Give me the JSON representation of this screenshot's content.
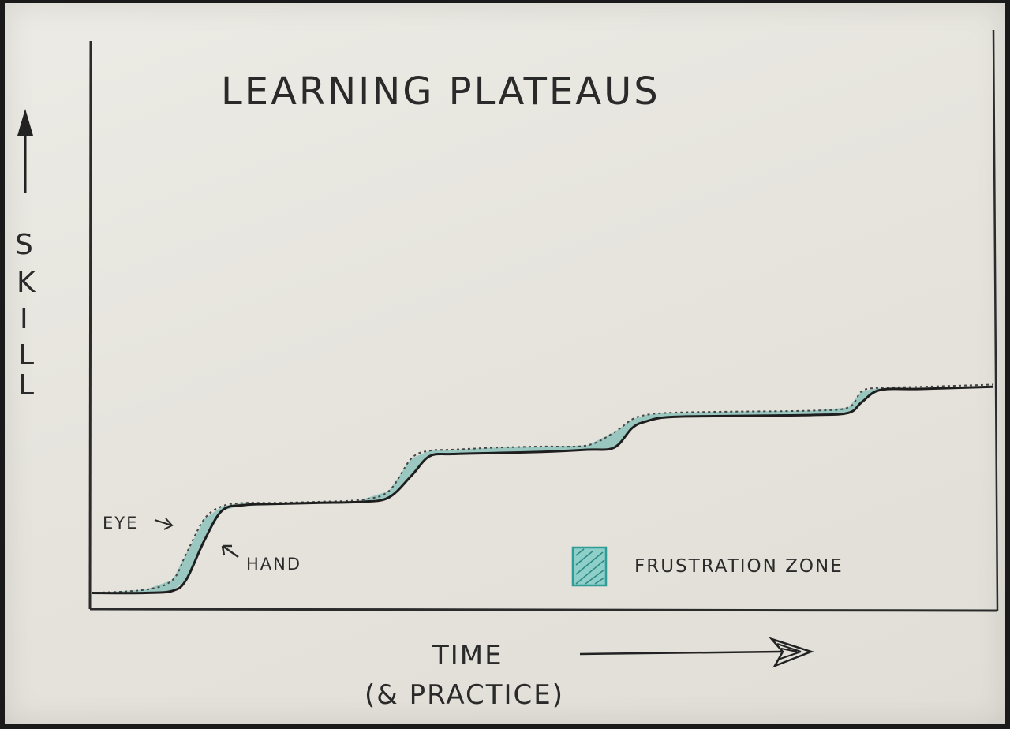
{
  "chart_data": {
    "type": "line",
    "title": "LEARNING PLATEAUS",
    "xlabel": "TIME",
    "xlabel_sub": "(& PRACTICE)",
    "ylabel": "SKILL",
    "ylabel_letters": [
      "S",
      "K",
      "I",
      "L",
      "L"
    ],
    "xlim": [
      0,
      10
    ],
    "ylim": [
      0,
      10
    ],
    "grid": false,
    "legend": {
      "placement": "bottom-right",
      "entries": [
        {
          "label": "FRUSTRATION ZONE",
          "color": "#3fa7a0"
        }
      ]
    },
    "annotations": [
      {
        "text": "EYE",
        "x": 1.55,
        "y": 4.6
      },
      {
        "text": "HAND",
        "x": 2.6,
        "y": 2.7
      }
    ],
    "series": [
      {
        "name": "EYE",
        "style": "dotted",
        "x": [
          0.0,
          0.6,
          0.9,
          1.05,
          1.25,
          1.45,
          1.7,
          2.0,
          2.5,
          3.0,
          3.3,
          3.55,
          3.75,
          4.0,
          4.5,
          5.0,
          5.5,
          5.8,
          6.0,
          6.15,
          6.4,
          7.0,
          8.0,
          8.4,
          8.55,
          8.75,
          9.2,
          10.0
        ],
        "y": [
          0.2,
          0.35,
          0.8,
          2.0,
          3.6,
          4.2,
          4.35,
          4.35,
          4.4,
          4.5,
          4.9,
          6.4,
          6.75,
          6.8,
          6.9,
          6.95,
          7.0,
          7.6,
          8.2,
          8.4,
          8.5,
          8.55,
          8.6,
          8.75,
          9.5,
          9.65,
          9.7,
          9.8
        ]
      },
      {
        "name": "HAND",
        "style": "solid",
        "x": [
          0.0,
          0.6,
          0.9,
          1.05,
          1.25,
          1.45,
          1.7,
          2.0,
          2.5,
          3.0,
          3.3,
          3.55,
          3.75,
          4.0,
          4.5,
          5.0,
          5.5,
          5.8,
          6.0,
          6.15,
          6.4,
          7.0,
          8.0,
          8.4,
          8.55,
          8.75,
          9.2,
          10.0
        ],
        "y": [
          0.2,
          0.2,
          0.3,
          0.8,
          2.6,
          4.0,
          4.25,
          4.3,
          4.35,
          4.4,
          4.6,
          5.6,
          6.5,
          6.6,
          6.65,
          6.7,
          6.8,
          6.9,
          7.8,
          8.1,
          8.3,
          8.35,
          8.4,
          8.5,
          9.0,
          9.55,
          9.6,
          9.7
        ]
      }
    ]
  }
}
